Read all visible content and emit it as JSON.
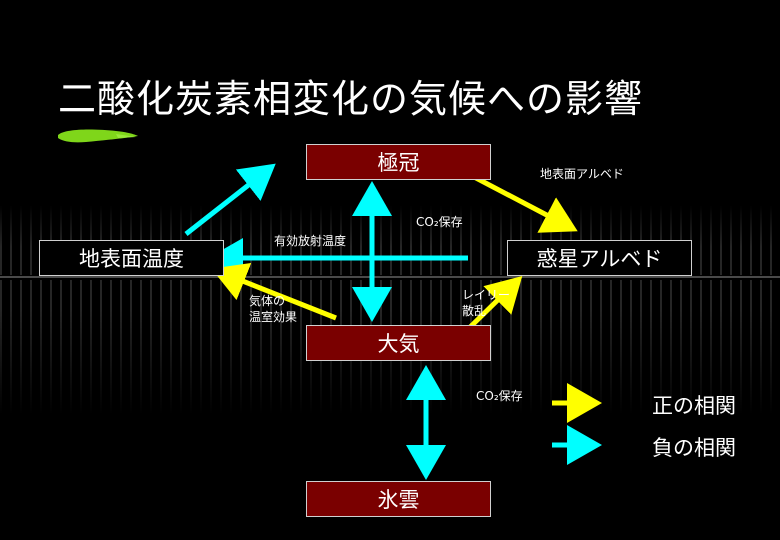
{
  "title": "二酸化炭素相変化の気候への影響",
  "nodes": {
    "ice_cap": "極冠",
    "surface_temp": "地表面温度",
    "planet_albedo": "惑星アルベド",
    "atmosphere": "大気",
    "ice_cloud": "氷雲"
  },
  "labels": {
    "surface_albedo": "地表面アルベド",
    "co2_storage_top": "CO₂保存",
    "effective_radiation_temp": "有効放射温度",
    "greenhouse_line1": "気体の",
    "greenhouse_line2": "温室効果",
    "rayleigh_line1": "レイリー",
    "rayleigh_line2": "散乱",
    "co2_storage_bottom": "CO₂保存"
  },
  "legend": {
    "positive": "正の相関",
    "negative": "負の相関"
  },
  "colors": {
    "positive": "#ffff00",
    "negative": "#00ffff",
    "box_red": "#7a0000",
    "brush": "#7fd61a"
  }
}
